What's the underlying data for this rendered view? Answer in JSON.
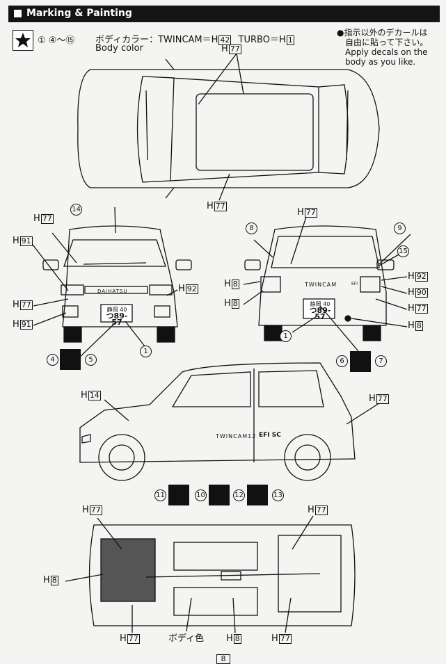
{
  "header": {
    "title": "Marking & Painting"
  },
  "intro": {
    "step_nums": "① ④～⑮",
    "body_color_jp": "ボディカラー：TWINCAM＝H",
    "twincam_code": "42",
    "turbo_label": "TURBO＝H",
    "turbo_code": "1",
    "body_color_en": "Body color"
  },
  "note": {
    "jp1": "●指示以外のデカールは",
    "jp2": "自由に貼って下さい。",
    "en1": "Apply decals on the",
    "en2": "body as you like."
  },
  "plates": {
    "front_top": "静岡 40",
    "front_num": "つ89-57",
    "rear_top": "静岡 40",
    "rear_num": "つ89-57"
  },
  "badges": {
    "front_badge": "DAIHATSU",
    "rear_twincam": "TWINCAM",
    "rear_small": "EFI",
    "side_twincam": "TWINCAM12",
    "side_efi": "EFI SC"
  },
  "labels": {
    "h": "H",
    "c77": "77",
    "c91": "91",
    "c92": "92",
    "c90": "90",
    "c8": "8",
    "c14": "14",
    "body_color_short": "ボディ色"
  },
  "circles": {
    "n1": "1",
    "n4": "4",
    "n5": "5",
    "n6": "6",
    "n7": "7",
    "n8": "8",
    "n9": "9",
    "n10": "10",
    "n11": "11",
    "n12": "12",
    "n13": "13",
    "n14": "14",
    "n15": "15"
  },
  "page_number": "8"
}
